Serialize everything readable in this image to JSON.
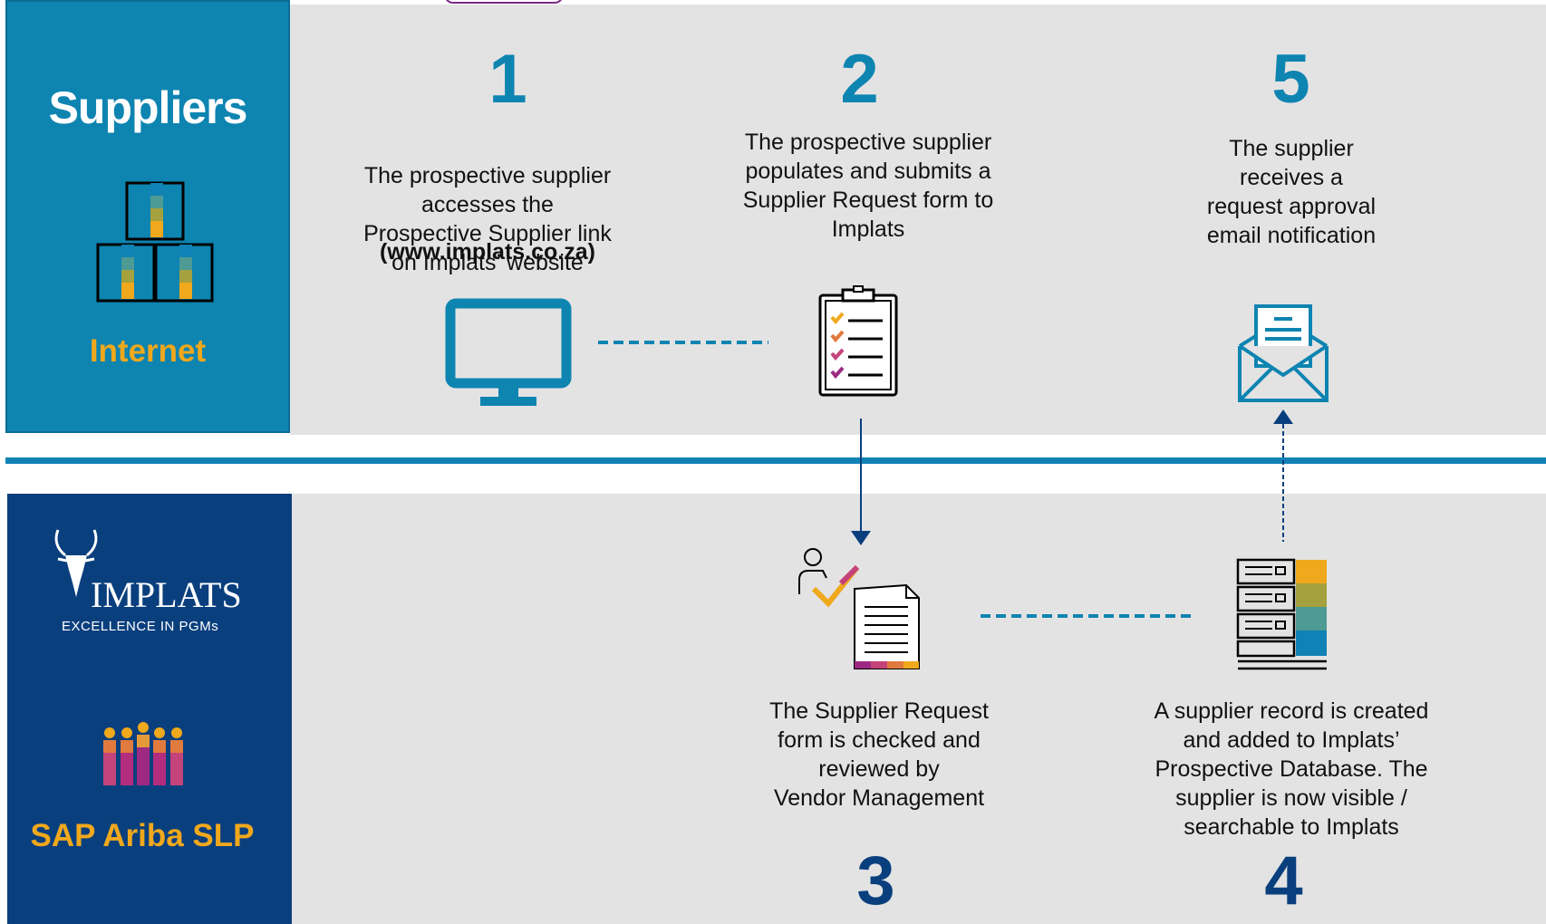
{
  "lanes": {
    "suppliers": {
      "title": "Suppliers",
      "subtitle": "Internet"
    },
    "implats": {
      "logo_text": "IMPLATS",
      "logo_tagline": "EXCELLENCE IN PGMs",
      "subtitle": "SAP Ariba SLP"
    }
  },
  "steps": [
    {
      "number": "1",
      "text": "The prospective supplier\naccesses the\nProspective Supplier link\non Implats’ website",
      "link": "(www.implats.co.za)",
      "icon": "monitor-icon"
    },
    {
      "number": "2",
      "text": "The prospective supplier\npopulates and submits a\nSupplier Request form to\nImplats",
      "icon": "clipboard-checklist-icon"
    },
    {
      "number": "3",
      "text": "The Supplier Request\nform is checked and\nreviewed by\nVendor Management",
      "icon": "reviewer-document-icon"
    },
    {
      "number": "4",
      "text": "A supplier record is created\nand added to Implats’\nProspective Database.  The\nsupplier is now visible /\nsearchable to Implats",
      "icon": "database-server-icon"
    },
    {
      "number": "5",
      "text": "The supplier\nreceives a\nrequest approval\nemail notification",
      "icon": "email-envelope-icon"
    }
  ],
  "colors": {
    "supplier_blue": "#0e84b1",
    "implats_navy": "#0a3f7e",
    "accent_gold": "#f0a81c",
    "lane_grey": "#e3e3e3"
  }
}
